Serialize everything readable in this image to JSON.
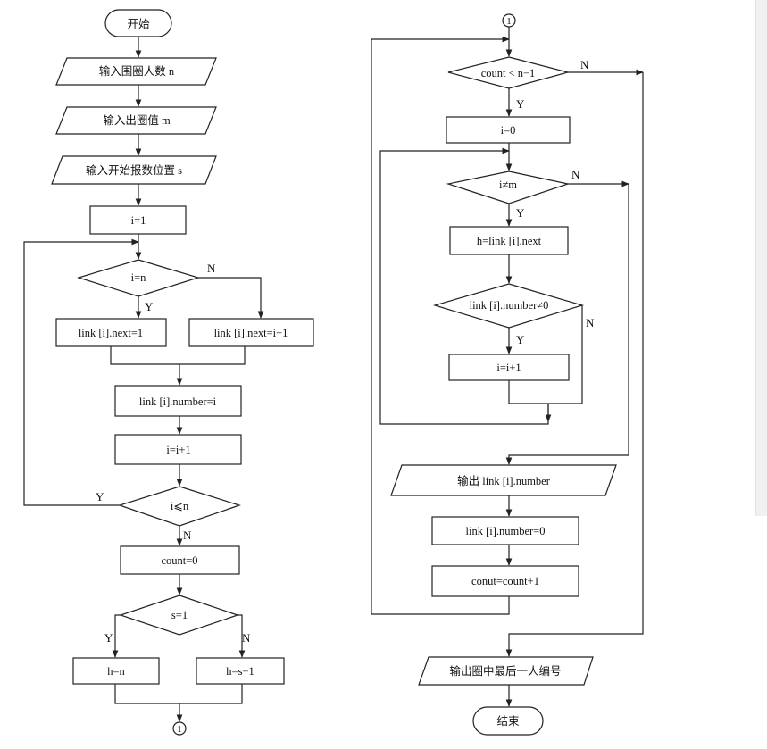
{
  "left": {
    "start": "开始",
    "input_n": "输入围圈人数 n",
    "input_m": "输入出圈值 m",
    "input_s": "输入开始报数位置 s",
    "init_i": "i=1",
    "cond_i_eq_n": "i=n",
    "next_eq_1": "link [i].next=1",
    "next_eq_i1": "link [i].next=i+1",
    "number_eq_i": "link [i].number=i",
    "inc_i": "i=i+1",
    "cond_i_le_n": "i⩽n",
    "count_zero": "count=0",
    "cond_s_eq_1": "s=1",
    "h_eq_n": "h=n",
    "h_eq_s1": "h=s−1",
    "connector": "1"
  },
  "right": {
    "connector": "1",
    "cond_count": "count < n−1",
    "i_zero": "i=0",
    "cond_i_ne_m": "i≠m",
    "h_next": "h=link [i].next",
    "cond_number_ne_0": "link [i].number≠0",
    "inc_i": "i=i+1",
    "output_number": "输出 link [i].number",
    "number_zero": "link [i].number=0",
    "count_inc": "conut=count+1",
    "output_last": "输出圈中最后一人编号",
    "end": "结束"
  },
  "branches": {
    "yes": "Y",
    "no": "N"
  }
}
